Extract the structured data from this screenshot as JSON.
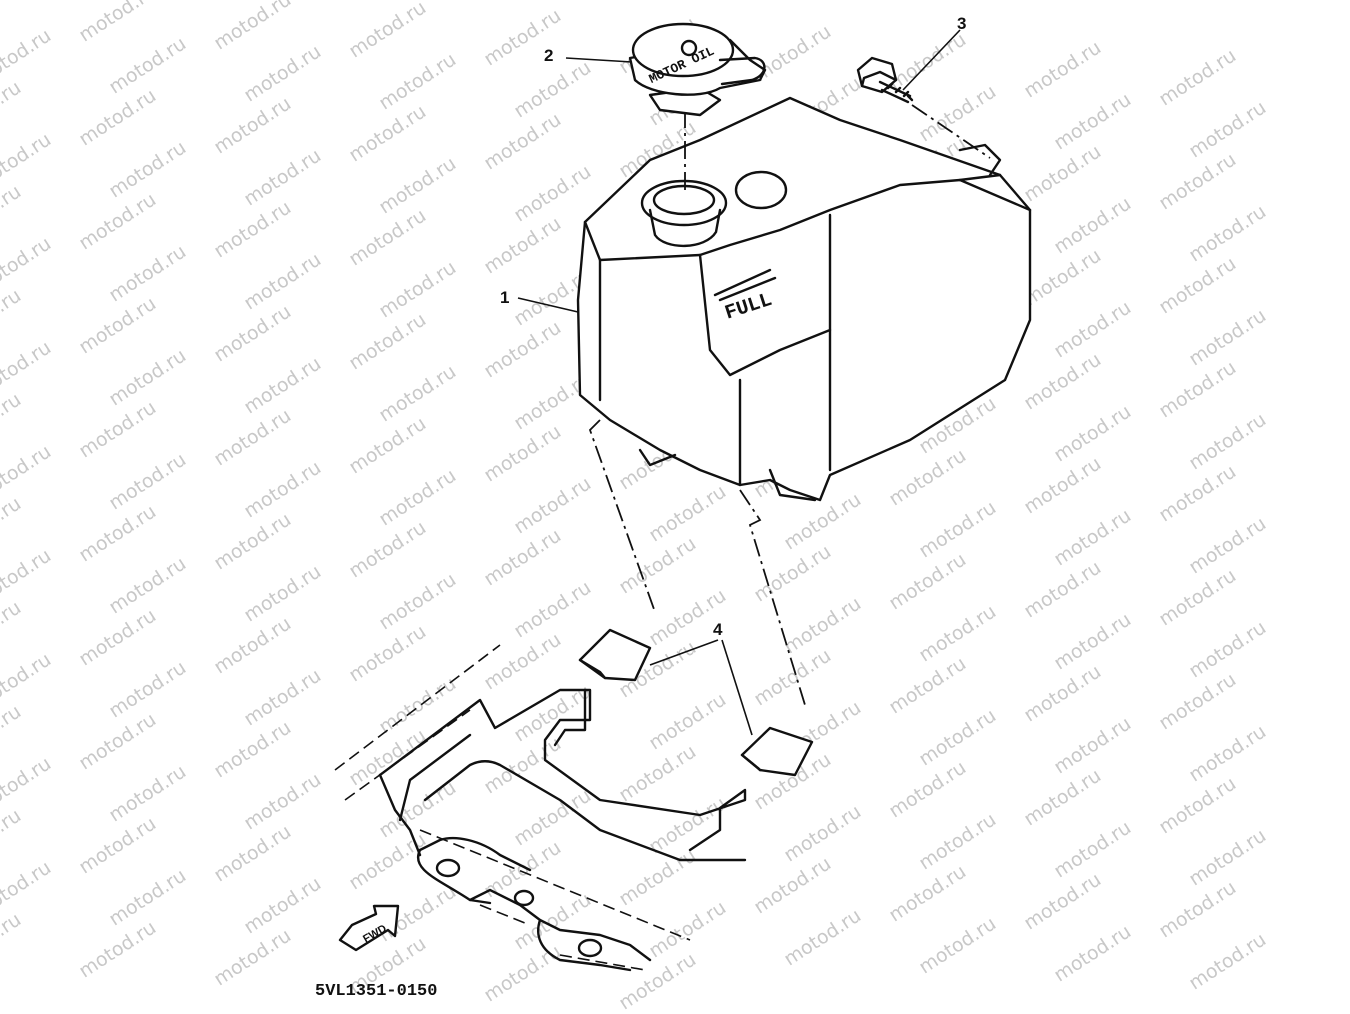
{
  "callouts": {
    "part1": "1",
    "part2": "2",
    "part3": "3",
    "part4": "4"
  },
  "tank_text": "FULL",
  "cap_text": "MOTOR OIL",
  "arrow_text": "FWD",
  "figure_code": "5VL1351-0150",
  "watermark": "motod.ru",
  "colors": {
    "line": "#111111",
    "watermark": "#c8c8c8",
    "background": "#ffffff"
  }
}
